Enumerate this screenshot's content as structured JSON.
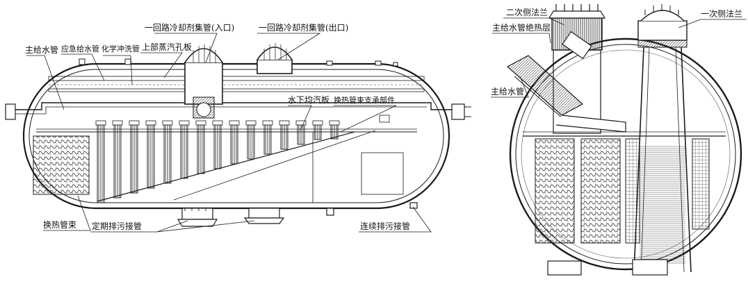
{
  "left_diagram": {
    "labels": {
      "inlet_header": "一回路冷却剂集管(入口)",
      "outlet_header": "一回路冷却剂集管(出口)",
      "main_feed_pipe": "主给水管",
      "emergency_feed_pipe": "应急给水管",
      "chemical_wash_pipe": "化学冲洗管",
      "upper_steam_plate": "上部蒸汽孔板",
      "underwater_plate": "水下均汽板",
      "tube_support": "换热管束支承部件",
      "tube_bundle": "换热管束",
      "periodic_blowdown": "定期排污接管",
      "continuous_blowdown": "连续排污接管"
    }
  },
  "right_diagram": {
    "labels": {
      "secondary_flange": "二次侧法兰",
      "primary_flange": "一次侧法兰",
      "feed_insulation": "主给水管绝热层",
      "main_feed_pipe": "主给水管"
    }
  },
  "colors": {
    "line": "#1a1a1a",
    "hatch": "#555555",
    "bundle": "#3a3a3a",
    "background": "#ffffff"
  }
}
